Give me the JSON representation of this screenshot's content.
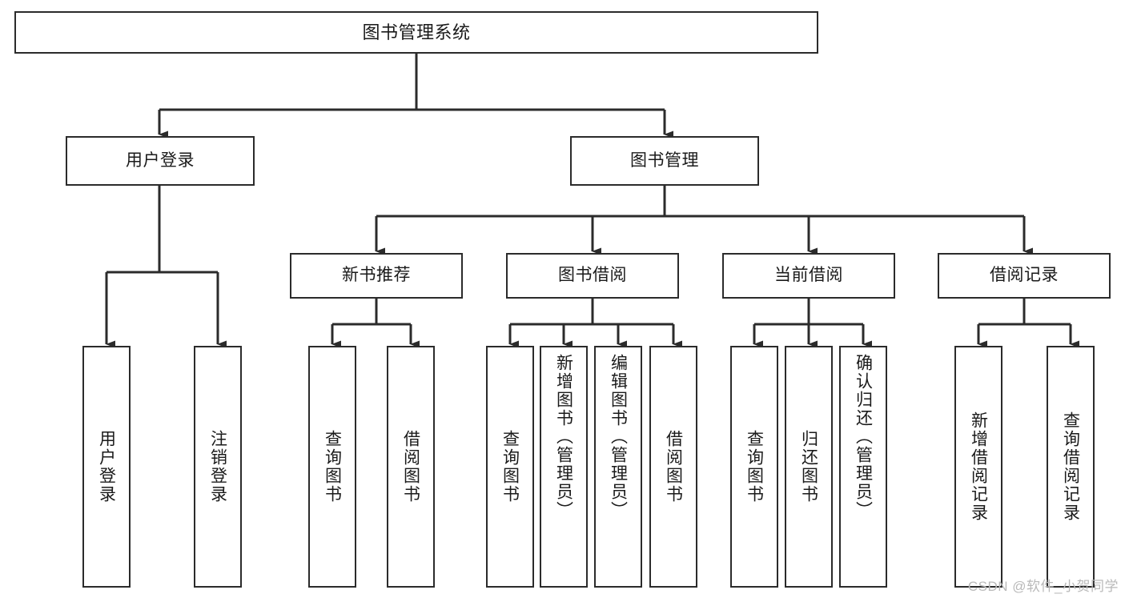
{
  "diagram": {
    "title": "图书管理系统",
    "type": "tree-hierarchy",
    "watermark": "CSDN @软件_小贺同学"
  },
  "root": {
    "label": "图书管理系统"
  },
  "level2": [
    {
      "id": "user-login",
      "label": "用户登录"
    },
    {
      "id": "book-manage",
      "label": "图书管理"
    }
  ],
  "level3": [
    {
      "id": "new-book-recommend",
      "label": "新书推荐"
    },
    {
      "id": "book-borrow",
      "label": "图书借阅"
    },
    {
      "id": "current-borrow",
      "label": "当前借阅"
    },
    {
      "id": "borrow-record",
      "label": "借阅记录"
    }
  ],
  "leaves": {
    "user_login": [
      {
        "id": "leaf-user-login",
        "label": "用户登录"
      },
      {
        "id": "leaf-logout-login",
        "label": "注销登录"
      }
    ],
    "new_book_recommend": [
      {
        "id": "leaf-query-book-1",
        "label": "查询图书"
      },
      {
        "id": "leaf-borrow-book-1",
        "label": "借阅图书"
      }
    ],
    "book_borrow": [
      {
        "id": "leaf-query-book-2",
        "label": "查询图书"
      },
      {
        "id": "leaf-add-book",
        "label": "新增图书（管理员）"
      },
      {
        "id": "leaf-edit-book",
        "label": "编辑图书（管理员）"
      },
      {
        "id": "leaf-borrow-book-2",
        "label": "借阅图书"
      }
    ],
    "current_borrow": [
      {
        "id": "leaf-query-book-3",
        "label": "查询图书"
      },
      {
        "id": "leaf-return-book",
        "label": "归还图书"
      },
      {
        "id": "leaf-confirm-return",
        "label": "确认归还（管理员）"
      }
    ],
    "borrow_record": [
      {
        "id": "leaf-add-record",
        "label": "新增借阅记录"
      },
      {
        "id": "leaf-query-record",
        "label": "查询借阅记录"
      }
    ]
  },
  "colors": {
    "stroke": "#2b2b2b",
    "background": "#ffffff",
    "text": "#1a1a1a",
    "watermark": "#b9b9b9"
  }
}
